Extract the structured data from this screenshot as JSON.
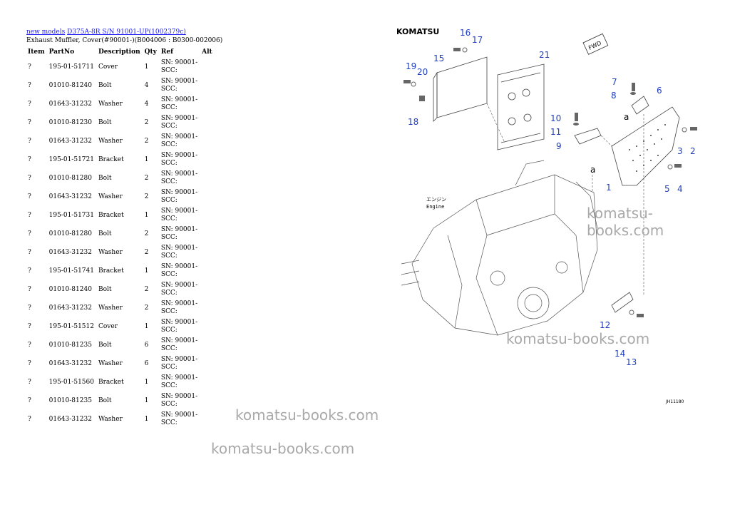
{
  "breadcrumb": {
    "home": "new models",
    "model": "D375A-8R S/N 91001-UP(1002379c)"
  },
  "subtitle": "Exhaust Muffler, Cover(#90001-)(B004006 : B0300-002006)",
  "table": {
    "headers": [
      "Item",
      "PartNo",
      "Description",
      "Qty",
      "Ref",
      "Alt"
    ],
    "rows": [
      [
        "?",
        "195-01-51711",
        "Cover",
        "1",
        "SN: 90001-",
        "SCC:"
      ],
      [
        "?",
        "01010-81240",
        "Bolt",
        "4",
        "SN: 90001-",
        "SCC:"
      ],
      [
        "?",
        "01643-31232",
        "Washer",
        "4",
        "SN: 90001-",
        "SCC:"
      ],
      [
        "?",
        "01010-81230",
        "Bolt",
        "2",
        "SN: 90001-",
        "SCC:"
      ],
      [
        "?",
        "01643-31232",
        "Washer",
        "2",
        "SN: 90001-",
        "SCC:"
      ],
      [
        "?",
        "195-01-51721",
        "Bracket",
        "1",
        "SN: 90001-",
        "SCC:"
      ],
      [
        "?",
        "01010-81280",
        "Bolt",
        "2",
        "SN: 90001-",
        "SCC:"
      ],
      [
        "?",
        "01643-31232",
        "Washer",
        "2",
        "SN: 90001-",
        "SCC:"
      ],
      [
        "?",
        "195-01-51731",
        "Bracket",
        "1",
        "SN: 90001-",
        "SCC:"
      ],
      [
        "?",
        "01010-81280",
        "Bolt",
        "2",
        "SN: 90001-",
        "SCC:"
      ],
      [
        "?",
        "01643-31232",
        "Washer",
        "2",
        "SN: 90001-",
        "SCC:"
      ],
      [
        "?",
        "195-01-51741",
        "Bracket",
        "1",
        "SN: 90001-",
        "SCC:"
      ],
      [
        "?",
        "01010-81240",
        "Bolt",
        "2",
        "SN: 90001-",
        "SCC:"
      ],
      [
        "?",
        "01643-31232",
        "Washer",
        "2",
        "SN: 90001-",
        "SCC:"
      ],
      [
        "?",
        "195-01-51512",
        "Cover",
        "1",
        "SN: 90001-",
        "SCC:"
      ],
      [
        "?",
        "01010-81235",
        "Bolt",
        "6",
        "SN: 90001-",
        "SCC:"
      ],
      [
        "?",
        "01643-31232",
        "Washer",
        "6",
        "SN: 90001-",
        "SCC:"
      ],
      [
        "?",
        "195-01-51560",
        "Bracket",
        "1",
        "SN: 90001-",
        "SCC:"
      ],
      [
        "?",
        "01010-81235",
        "Bolt",
        "1",
        "SN: 90001-",
        "SCC:"
      ],
      [
        "?",
        "01643-31232",
        "Washer",
        "1",
        "SN: 90001-",
        "SCC:"
      ]
    ]
  },
  "drawing": {
    "brand": "KOMATSU",
    "fwd_label": "FWD",
    "engine_jp": "エンジン",
    "engine_en": "Engine",
    "callout_a": "a",
    "drawing_code": "JH11180",
    "callouts": [
      "1",
      "2",
      "3",
      "4",
      "5",
      "6",
      "7",
      "8",
      "9",
      "10",
      "11",
      "12",
      "13",
      "14",
      "15",
      "16",
      "17",
      "18",
      "19",
      "20",
      "21"
    ]
  },
  "watermarks": [
    "komatsu-books.com",
    "komatsu-books.com",
    "komatsu-books.com",
    "komatsu-books.com"
  ],
  "colors": {
    "link": "#1a1aee",
    "callout": "#1f3fbf",
    "watermark": "#a9a9a9"
  }
}
